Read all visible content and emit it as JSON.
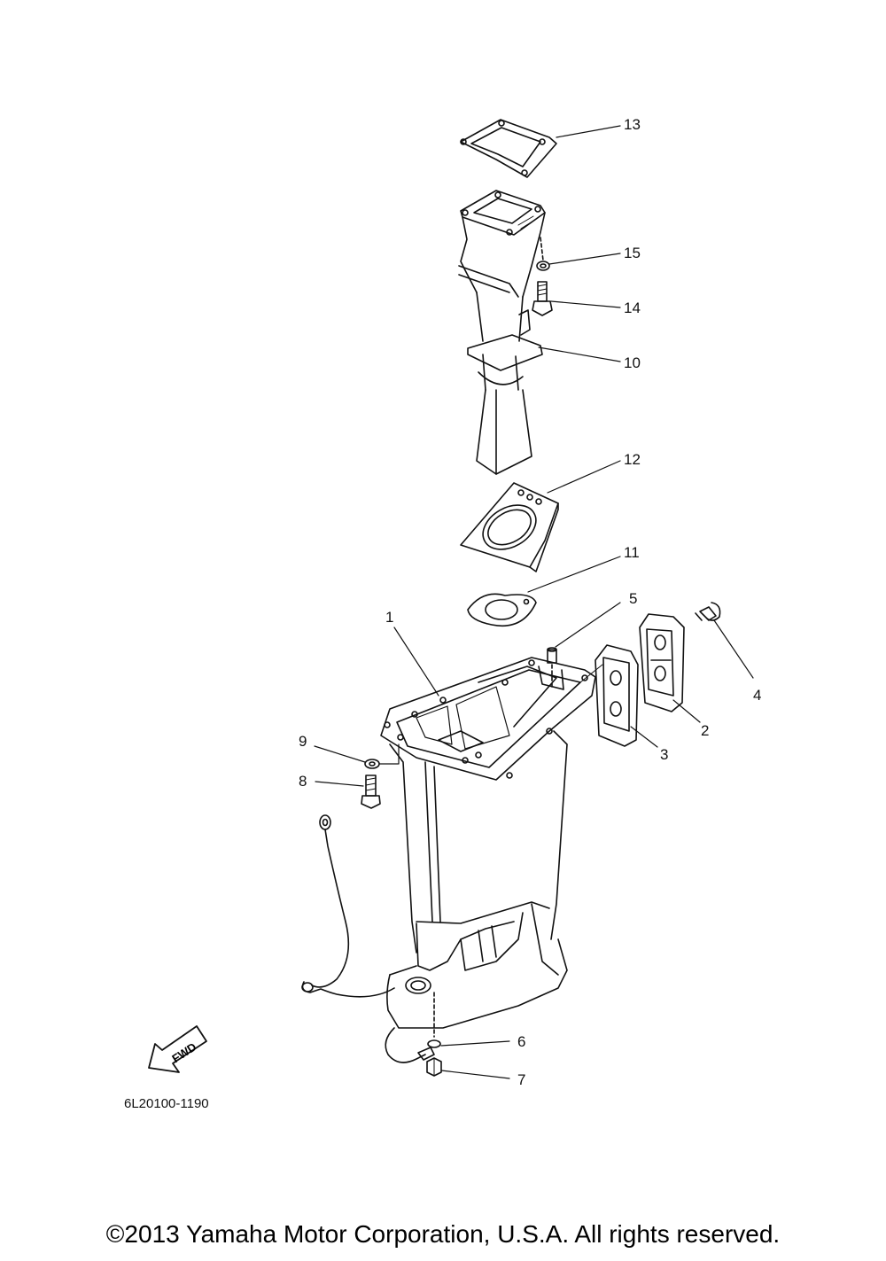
{
  "callouts": [
    {
      "id": "13",
      "label": "13"
    },
    {
      "id": "15",
      "label": "15"
    },
    {
      "id": "14",
      "label": "14"
    },
    {
      "id": "10",
      "label": "10"
    },
    {
      "id": "12",
      "label": "12"
    },
    {
      "id": "11",
      "label": "11"
    },
    {
      "id": "5",
      "label": "5"
    },
    {
      "id": "1",
      "label": "1"
    },
    {
      "id": "4",
      "label": "4"
    },
    {
      "id": "2",
      "label": "2"
    },
    {
      "id": "3",
      "label": "3"
    },
    {
      "id": "9",
      "label": "9"
    },
    {
      "id": "8",
      "label": "8"
    },
    {
      "id": "6",
      "label": "6"
    },
    {
      "id": "7",
      "label": "7"
    }
  ],
  "fwd_label": "FWD",
  "diagram_code": "6L20100-1190",
  "copyright": "©2013 Yamaha Motor Corporation, U.S.A. All rights reserved."
}
